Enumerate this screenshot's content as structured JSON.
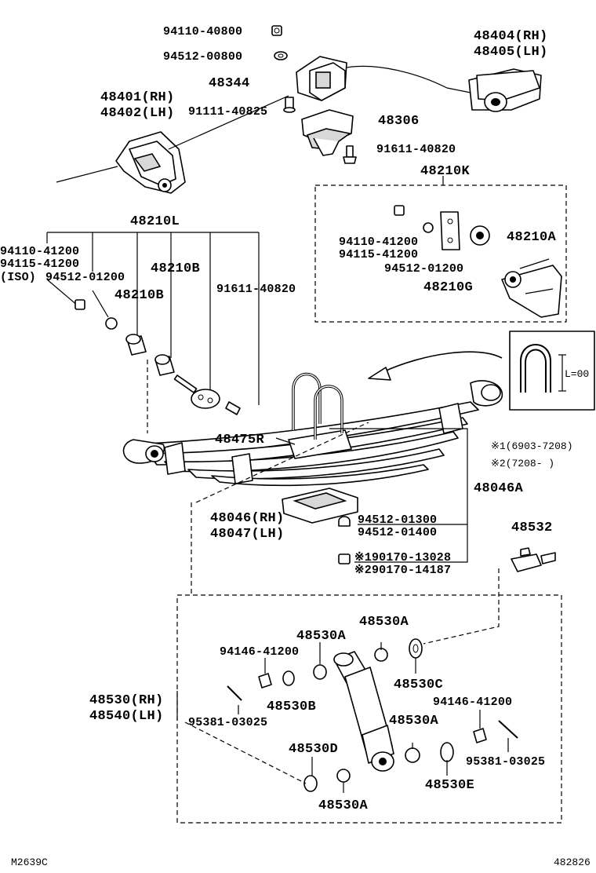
{
  "labels": {
    "p94110_40800": "94110-40800",
    "p94512_00800": "94512-00800",
    "p48344": "48344",
    "p48401": "48401(RH)",
    "p48402": "48402(LH)",
    "p91111_40825": "91111-40825",
    "p48404": "48404(RH)",
    "p48405": "48405(LH)",
    "p48306": "48306",
    "p91611_40820_top": "91611-40820",
    "p48210K": "48210K",
    "p48210L": "48210L",
    "k_94110_41200": "94110-41200",
    "k_94115_41200": "94115-41200",
    "k_94512_01200": "94512-01200",
    "k_48210A": "48210A",
    "k_48210G": "48210G",
    "l_94110_41200": "94110-41200",
    "l_94115_41200": "94115-41200",
    "l_iso": "(ISO)",
    "l_94512_01200": "94512-01200",
    "l_48210B_1": "48210B",
    "l_48210B_2": "48210B",
    "l_91611_40820": "91611-40820",
    "uboltL": "L=00",
    "note1": "※1(6903-7208)",
    "note2": "※2(7208-       )",
    "p48475R": "48475R",
    "p48046A": "48046A",
    "p48046": "48046(RH)",
    "p48047": "48047(LH)",
    "p94512_01300": "94512-01300",
    "p94512_01400": "94512-01400",
    "p90170_13028": "※190170-13028",
    "p90170_14187": "※290170-14187",
    "p48532": "48532",
    "s_48530A_top": "48530A",
    "s_48530A_left": "48530A",
    "s_94146_left": "94146-41200",
    "s_48530C": "48530C",
    "s_48530_rh": "48530(RH)",
    "s_48540_lh": "48540(LH)",
    "s_48530B": "48530B",
    "s_95381_left": "95381-03025",
    "s_94146_right": "94146-41200",
    "s_48530A_mid": "48530A",
    "s_48530D": "48530D",
    "s_95381_right": "95381-03025",
    "s_48530E": "48530E",
    "s_48530A_bottom": "48530A"
  },
  "footer": {
    "left_code": "M2639C",
    "right_code": "482826"
  }
}
